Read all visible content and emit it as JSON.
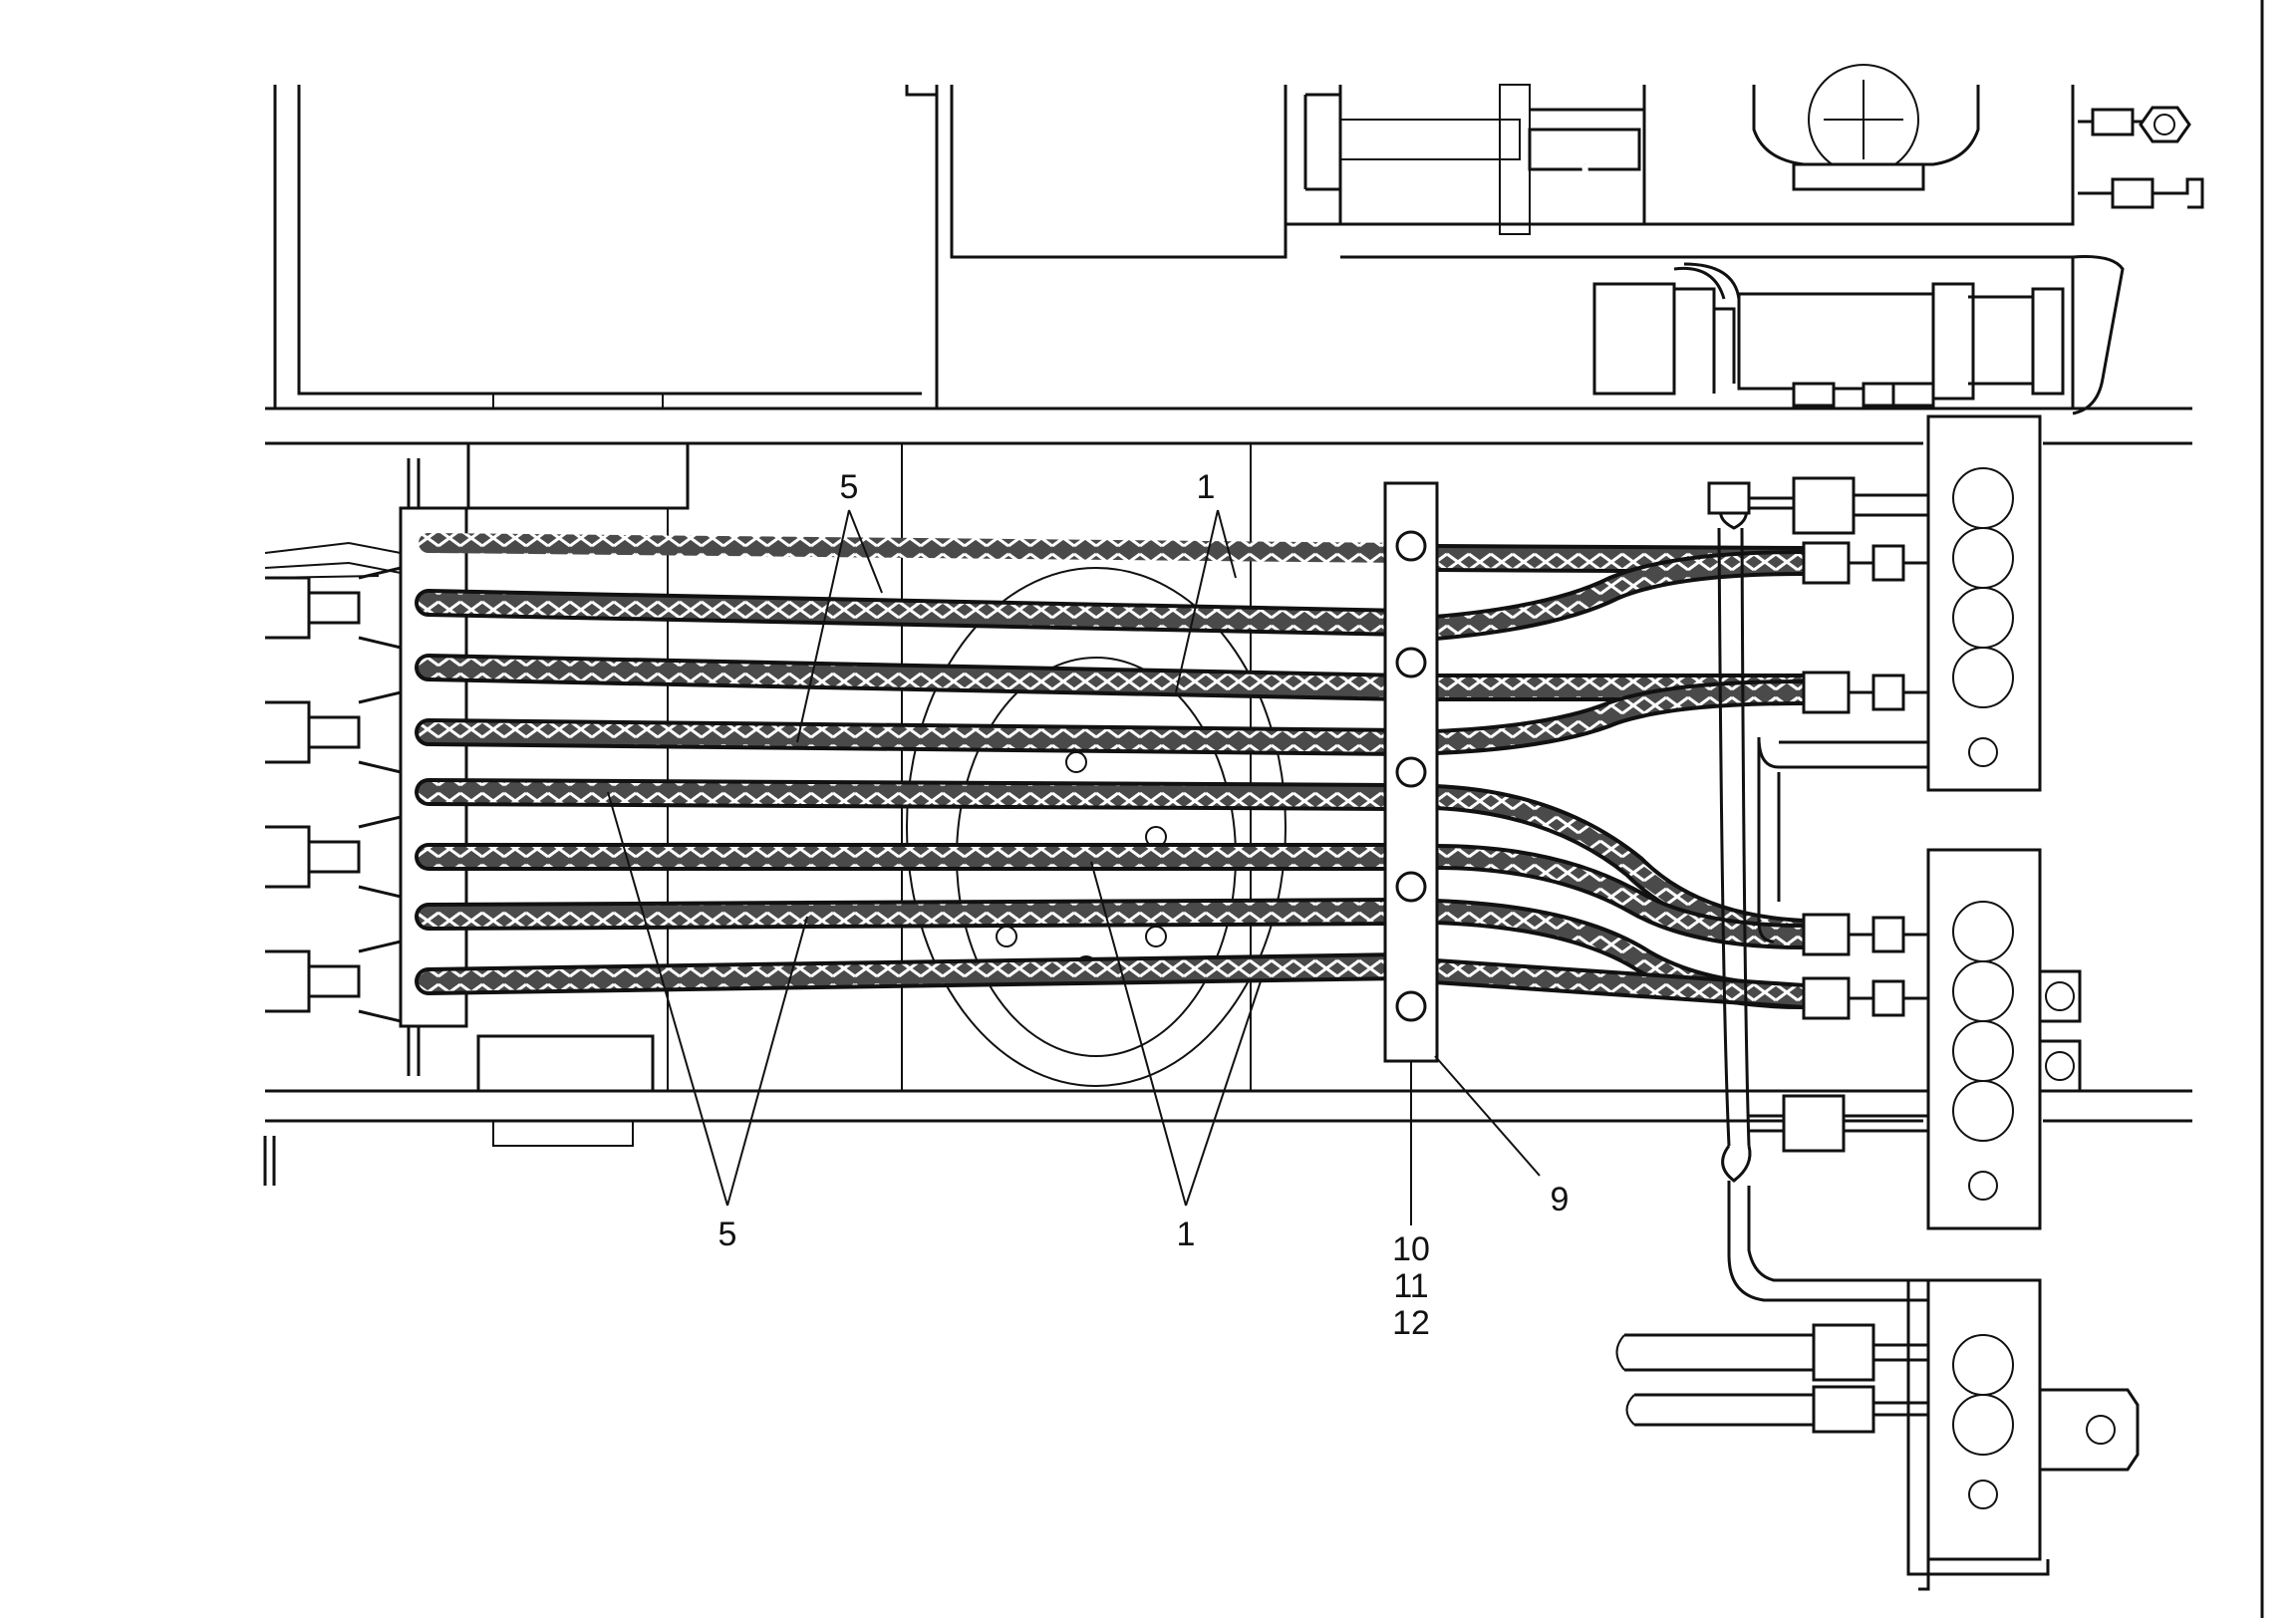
{
  "callouts": {
    "c1_top": "1",
    "c5_top": "5",
    "c5_bottom": "5",
    "c1_bottom": "1",
    "c9": "9",
    "c10": "10",
    "c11": "11",
    "c12": "12"
  },
  "colors": {
    "line": "#111111",
    "background": "#ffffff",
    "hose_fill": "#555555"
  }
}
